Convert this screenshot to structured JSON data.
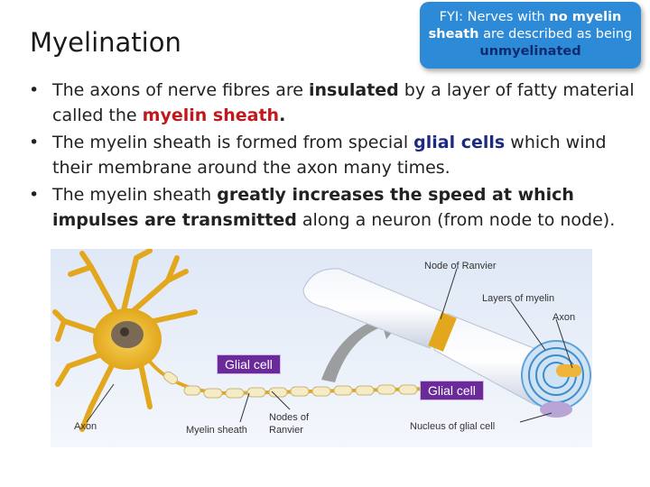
{
  "title": "Myelination",
  "callout": {
    "fyi": "FYI: Nerves with ",
    "no_myelin": "no myelin",
    "sheath": "sheath",
    "are_described": " are described as being ",
    "unmyelinated": "unmyelinated"
  },
  "bullets": [
    {
      "t1": "The axons of nerve fibres are ",
      "b1": "insulated",
      "t2": " by a layer of fatty material called the ",
      "r1": "myelin sheath",
      "t3": "."
    },
    {
      "t1": "The myelin sheath is formed from special ",
      "n1": "glial cells",
      "t2": " which wind their membrane around the axon many times."
    },
    {
      "t1": "The myelin sheath ",
      "b1": "greatly increases the speed at which impulses are transmitted",
      "t2": " along a neuron (from node to node)."
    }
  ],
  "figure": {
    "labels": {
      "node_of_ranvier": "Node of Ranvier",
      "layers_of_myelin": "Layers of myelin",
      "axon_right": "Axon",
      "axon_left": "Axon",
      "myelin_sheath": "Myelin sheath",
      "nodes_of": "Nodes of",
      "ranvier": "Ranvier",
      "nucleus_glial": "Nucleus of glial cell"
    },
    "tags": {
      "glial_cell_1": "Glial cell",
      "glial_cell_2": "Glial cell"
    }
  },
  "colors": {
    "callout_bg": "#2d8ad6",
    "highlight_red": "#c0191d",
    "highlight_navy": "#1c2a80",
    "tag_purple": "#6a2a9a",
    "neuron_yellow": "#e8b92b"
  }
}
